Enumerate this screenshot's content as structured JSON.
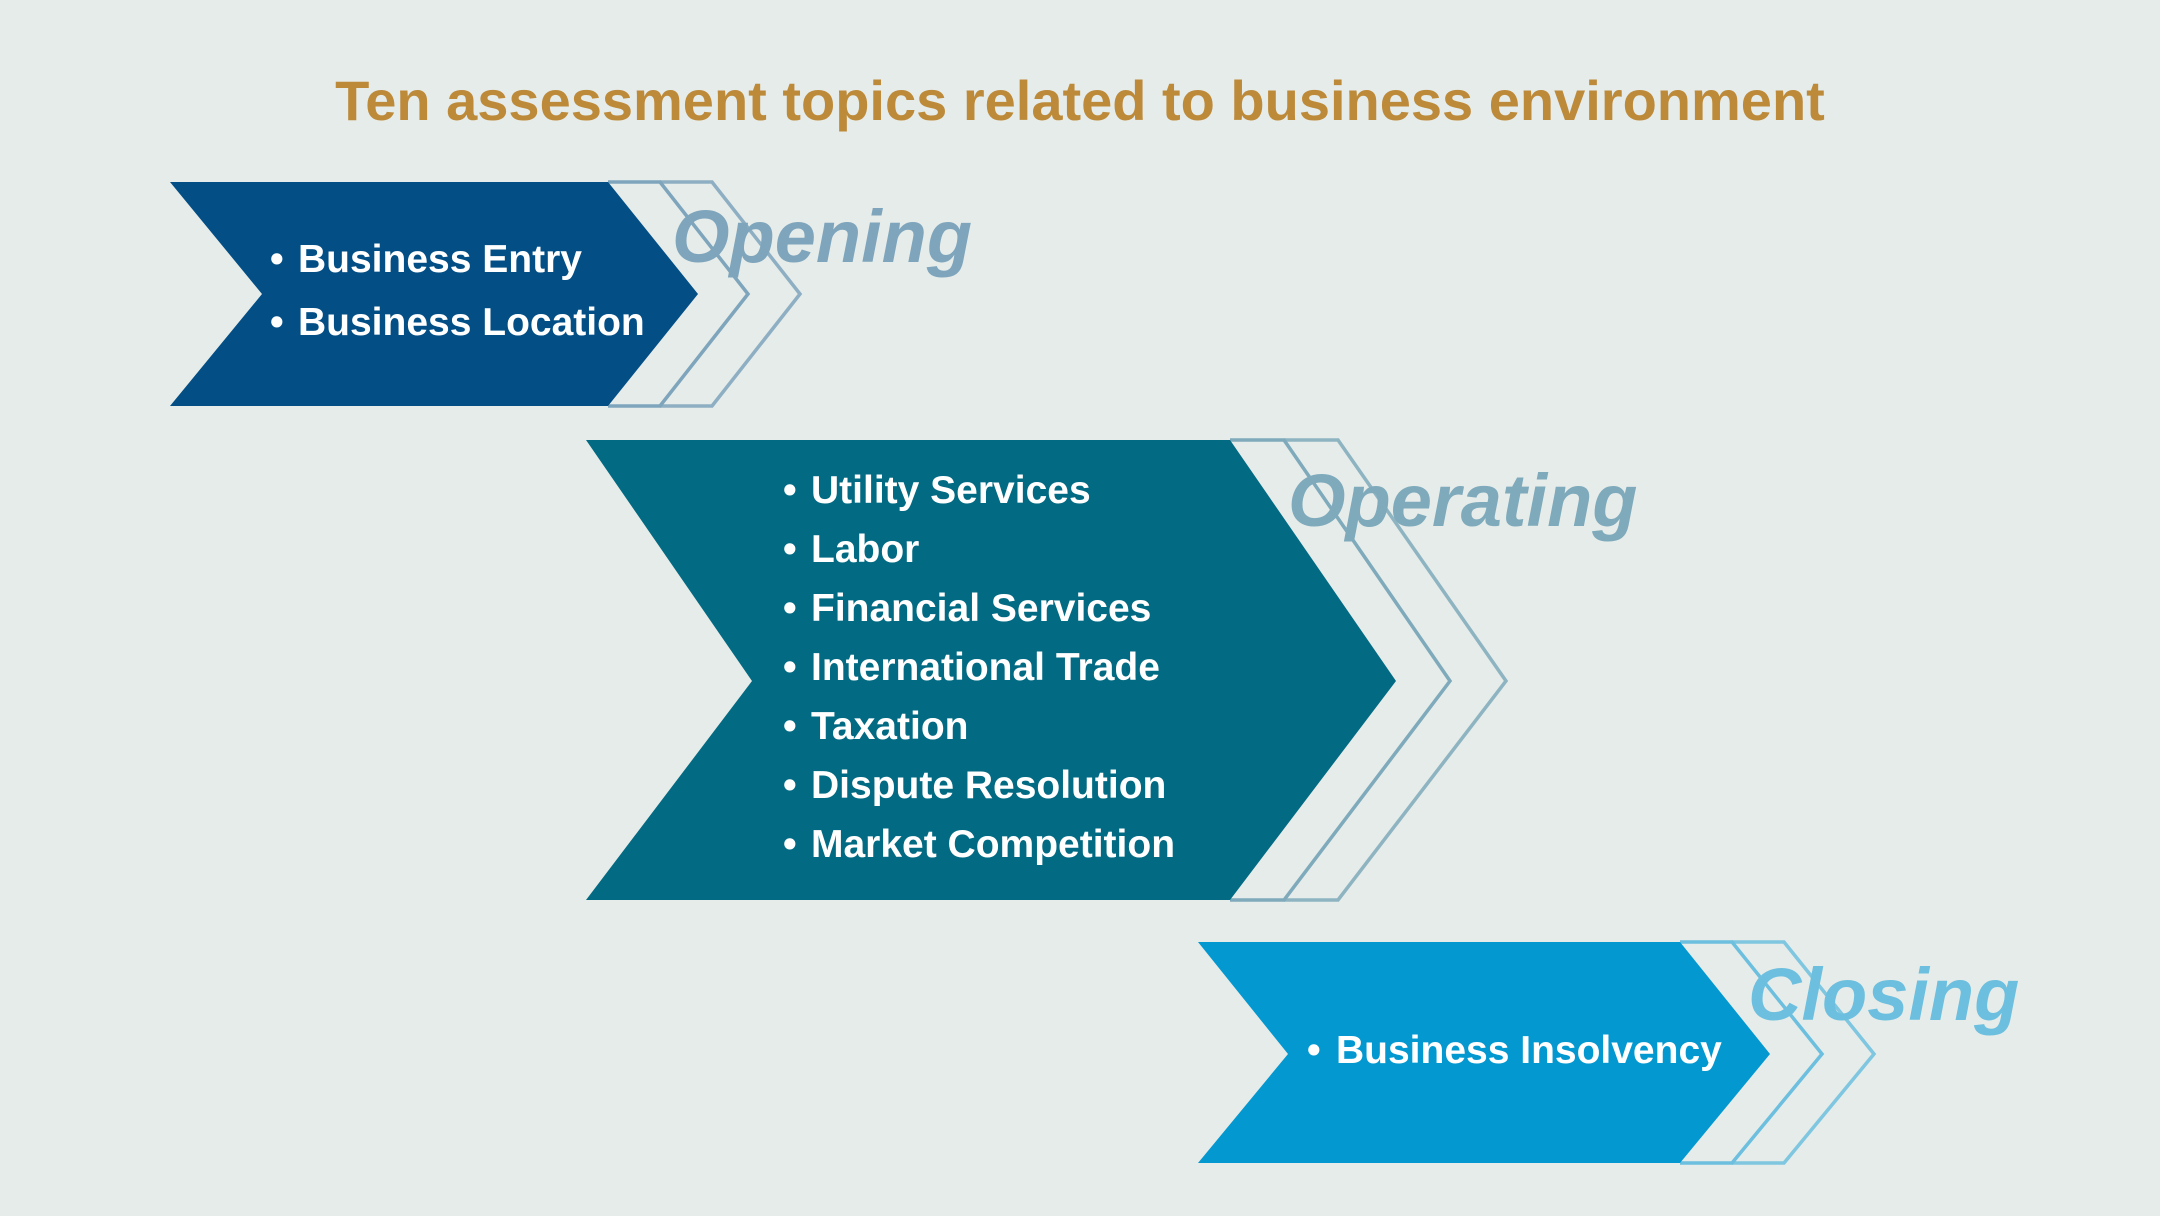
{
  "title": "Ten assessment topics related to business environment",
  "colors": {
    "background": "#e6ecea",
    "title": "#bd8a3a",
    "opening": "#024e85",
    "operating": "#026a82",
    "closing": "#0398d0",
    "opening_label": "#7ea5bc",
    "operating_label": "#7eaabb",
    "closing_label": "#6cbfde"
  },
  "phases": [
    {
      "label": "Opening",
      "items": [
        "Business Entry",
        "Business Location"
      ]
    },
    {
      "label": "Operating",
      "items": [
        "Utility Services",
        "Labor",
        "Financial Services",
        "International Trade",
        "Taxation",
        "Dispute Resolution",
        "Market Competition"
      ]
    },
    {
      "label": "Closing",
      "items": [
        "Business Insolvency"
      ]
    }
  ],
  "bullet": "•"
}
